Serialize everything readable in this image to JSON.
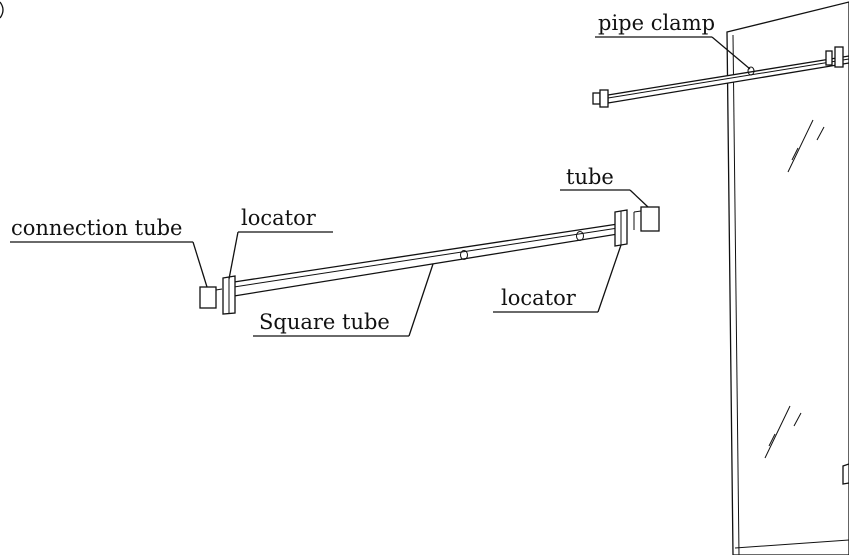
{
  "labels": {
    "pipe_clamp": "pipe clamp",
    "tube": "tube",
    "connection_tube": "connection tube",
    "locator_left": "locator",
    "locator_right": "locator",
    "square_tube": "Square tube"
  },
  "colors": {
    "line": "#111111",
    "background": "#ffffff"
  }
}
